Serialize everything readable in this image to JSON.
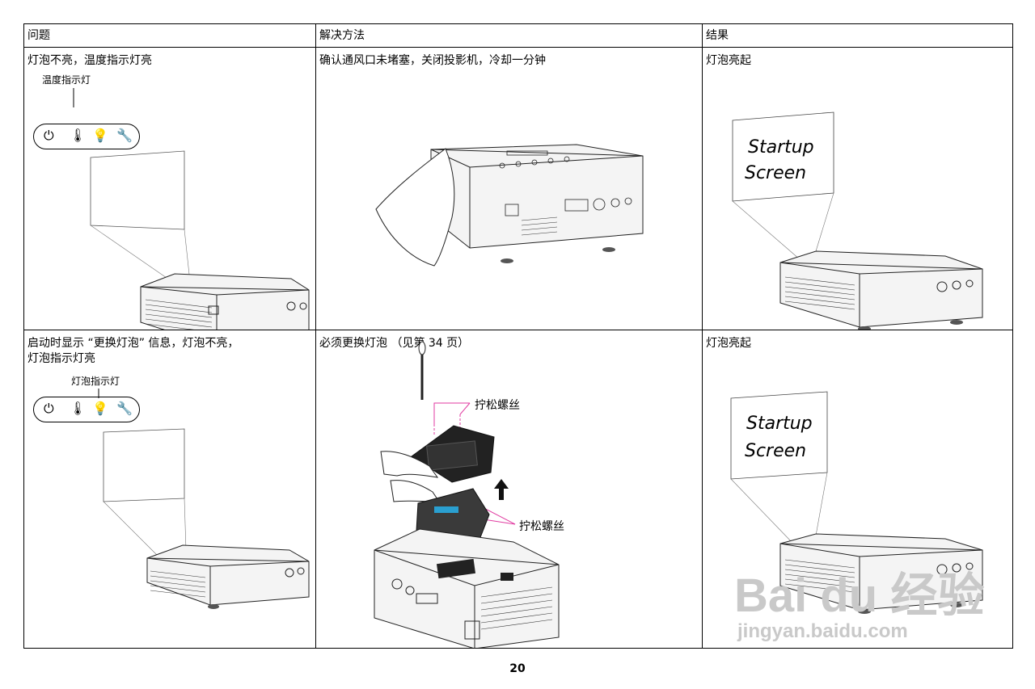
{
  "headers": [
    "问题",
    "解决方法",
    "结果"
  ],
  "rows": [
    {
      "problem": "灯泡不亮，温度指示灯亮",
      "indicator_label": "温度指示灯",
      "solution": "确认通风口未堵塞，关闭投影机，冷却一分钟",
      "result": "灯泡亮起",
      "screen_text": [
        "Startup",
        "Screen"
      ]
    },
    {
      "problem_line1": "启动时显示 “更换灯泡” 信息，灯泡不亮，",
      "problem_line2": "灯泡指示灯亮",
      "indicator_label": "灯泡指示灯",
      "solution": "必须更换灯泡 （见第 34 页）",
      "callout_top": "拧松螺丝",
      "callout_mid": "拧松螺丝",
      "result": "灯泡亮起",
      "screen_text": [
        "Startup",
        "Screen"
      ]
    }
  ],
  "indicator_icons": [
    "power-icon",
    "thermometer-icon",
    "bulb-icon",
    "wrench-icon"
  ],
  "page_number": "20",
  "watermark": {
    "main": "Bai du 经验",
    "sub": "jingyan.baidu.com"
  }
}
